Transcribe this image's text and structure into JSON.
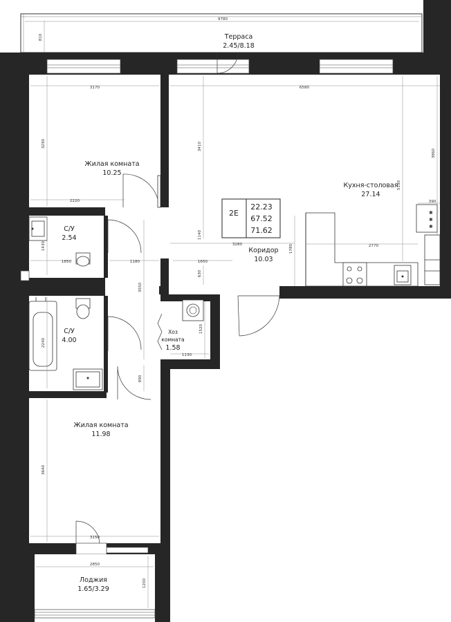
{
  "apartment": {
    "type": "2E",
    "areas": [
      "22.23",
      "67.52",
      "71.62"
    ]
  },
  "rooms": {
    "terrace": {
      "name": "Терраса",
      "area": "2.45/8.18"
    },
    "living_top": {
      "name": "Жилая комната",
      "area": "10.25"
    },
    "kitchen": {
      "name": "Кухня-столовая",
      "area": "27.14"
    },
    "bath_top": {
      "name": "С/У",
      "area": "2.54"
    },
    "corridor": {
      "name": "Коридор",
      "area": "10.03"
    },
    "bath_bottom": {
      "name": "С/У",
      "area": "4.00"
    },
    "storage": {
      "name_line1": "Хоз",
      "name_line2": "комната",
      "area": "1.58"
    },
    "living_bottom": {
      "name": "Жилая комната",
      "area": "11.98"
    },
    "loggia": {
      "name": "Лоджия",
      "area": "1.65/3.29"
    }
  },
  "dimensions": {
    "terrace_width": "9780",
    "terrace_depth": "810",
    "living_top_width": "3170",
    "living_top_depth": "3290",
    "living_top_inner": "2220",
    "kitchen_width": "6580",
    "kitchen_height": "3860",
    "kitchen_left": "3410",
    "kitchen_right": "5190",
    "kitchen_niche": "390",
    "kitchen_counter": "2770",
    "kitchen_counter_depth": "1780",
    "corridor_width": "3280",
    "corridor_left": "1140",
    "corridor_mid": "1650",
    "corridor_small": "630",
    "bath_top_width": "1850",
    "bath_top_depth": "1430",
    "corridor_narrow": "1180",
    "corridor_vertical": "3550",
    "bath_bottom_depth": "2240",
    "storage_width": "1130",
    "storage_depth": "1520",
    "corridor_bottom": "890",
    "living_bottom_depth": "3640",
    "living_bottom_width": "3150",
    "loggia_width": "2850",
    "loggia_depth": "1200"
  },
  "colors": {
    "wall": "#262626",
    "line": "#222222",
    "dim": "#8a8a8a"
  }
}
